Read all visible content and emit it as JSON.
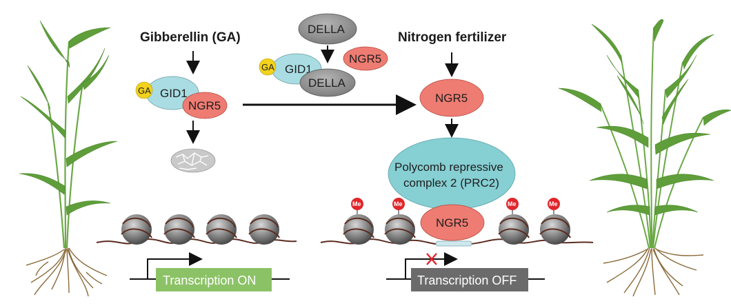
{
  "headings": {
    "gibberellin": "Gibberellin (GA)",
    "nitrogen": "Nitrogen fertilizer"
  },
  "labels": {
    "ga": "GA",
    "gid1": "GID1",
    "ngr5": "NGR5",
    "della": "DELLA",
    "prc2_line1": "Polycomb repressive",
    "prc2_line2": "complex 2 (PRC2)",
    "me": "Me"
  },
  "transcription": {
    "on": "Transcription ON",
    "off": "Transcription OFF"
  },
  "colors": {
    "ga": "#f2d21c",
    "gid1": "#a9dde3",
    "ngr5": "#ee7c72",
    "della": "#8e8e8e",
    "prc2": "#86cfd3",
    "methyl": "#e0262c",
    "nucleosome": "#8a8a8a",
    "dna": "#5b2c20",
    "on_box": "#8cc266",
    "off_box": "#6b6b6b",
    "plant_leaf": "#5f9e3a",
    "root": "#8a6a3a"
  }
}
